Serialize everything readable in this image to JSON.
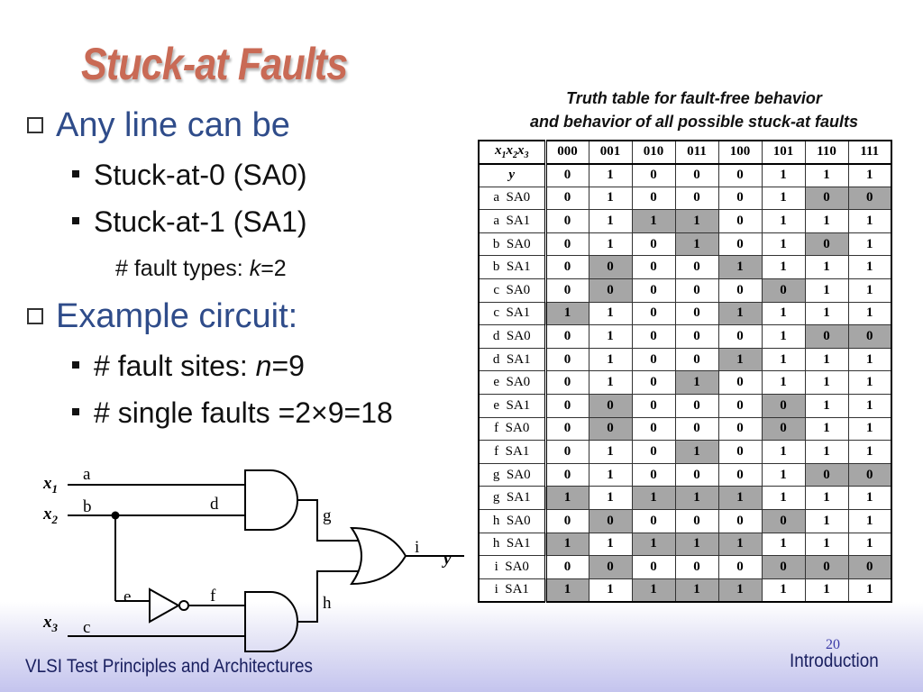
{
  "title": "Stuck-at Faults",
  "bullets": {
    "b1": "Any line can be",
    "b1_1": "Stuck-at-0 (SA0)",
    "b1_2": "Stuck-at-1 (SA1)",
    "b1_2_1_prefix": "# fault types: ",
    "b1_2_1_var": "k",
    "b1_2_1_suffix": "=2",
    "b2": "Example circuit:",
    "b2_1_prefix": "# fault sites: ",
    "b2_1_var": "n",
    "b2_1_suffix": "=9",
    "b2_2": "# single faults =2×9=18"
  },
  "caption": {
    "line1": "Truth table for fault-free behavior",
    "line2": "and behavior of all possible stuck-at faults"
  },
  "table": {
    "header_label": "x1x2x3",
    "columns": [
      "000",
      "001",
      "010",
      "011",
      "100",
      "101",
      "110",
      "111"
    ],
    "rows": [
      {
        "label": "y",
        "values": [
          "0",
          "1",
          "0",
          "0",
          "0",
          "1",
          "1",
          "1"
        ],
        "highlight": []
      },
      {
        "label": "a  SA0",
        "values": [
          "0",
          "1",
          "0",
          "0",
          "0",
          "1",
          "0",
          "0"
        ],
        "highlight": [
          6,
          7
        ]
      },
      {
        "label": "a  SA1",
        "values": [
          "0",
          "1",
          "1",
          "1",
          "0",
          "1",
          "1",
          "1"
        ],
        "highlight": [
          2,
          3
        ]
      },
      {
        "label": "b  SA0",
        "values": [
          "0",
          "1",
          "0",
          "1",
          "0",
          "1",
          "0",
          "1"
        ],
        "highlight": [
          3,
          6
        ]
      },
      {
        "label": "b  SA1",
        "values": [
          "0",
          "0",
          "0",
          "0",
          "1",
          "1",
          "1",
          "1"
        ],
        "highlight": [
          1,
          4
        ]
      },
      {
        "label": "c  SA0",
        "values": [
          "0",
          "0",
          "0",
          "0",
          "0",
          "0",
          "1",
          "1"
        ],
        "highlight": [
          1,
          5
        ]
      },
      {
        "label": "c  SA1",
        "values": [
          "1",
          "1",
          "0",
          "0",
          "1",
          "1",
          "1",
          "1"
        ],
        "highlight": [
          0,
          4
        ]
      },
      {
        "label": "d  SA0",
        "values": [
          "0",
          "1",
          "0",
          "0",
          "0",
          "1",
          "0",
          "0"
        ],
        "highlight": [
          6,
          7
        ]
      },
      {
        "label": "d  SA1",
        "values": [
          "0",
          "1",
          "0",
          "0",
          "1",
          "1",
          "1",
          "1"
        ],
        "highlight": [
          4
        ]
      },
      {
        "label": "e  SA0",
        "values": [
          "0",
          "1",
          "0",
          "1",
          "0",
          "1",
          "1",
          "1"
        ],
        "highlight": [
          3
        ]
      },
      {
        "label": "e  SA1",
        "values": [
          "0",
          "0",
          "0",
          "0",
          "0",
          "0",
          "1",
          "1"
        ],
        "highlight": [
          1,
          5
        ]
      },
      {
        "label": "f  SA0",
        "values": [
          "0",
          "0",
          "0",
          "0",
          "0",
          "0",
          "1",
          "1"
        ],
        "highlight": [
          1,
          5
        ]
      },
      {
        "label": "f  SA1",
        "values": [
          "0",
          "1",
          "0",
          "1",
          "0",
          "1",
          "1",
          "1"
        ],
        "highlight": [
          3
        ]
      },
      {
        "label": "g  SA0",
        "values": [
          "0",
          "1",
          "0",
          "0",
          "0",
          "1",
          "0",
          "0"
        ],
        "highlight": [
          6,
          7
        ]
      },
      {
        "label": "g  SA1",
        "values": [
          "1",
          "1",
          "1",
          "1",
          "1",
          "1",
          "1",
          "1"
        ],
        "highlight": [
          0,
          2,
          3,
          4
        ]
      },
      {
        "label": "h  SA0",
        "values": [
          "0",
          "0",
          "0",
          "0",
          "0",
          "0",
          "1",
          "1"
        ],
        "highlight": [
          1,
          5
        ]
      },
      {
        "label": "h  SA1",
        "values": [
          "1",
          "1",
          "1",
          "1",
          "1",
          "1",
          "1",
          "1"
        ],
        "highlight": [
          0,
          2,
          3,
          4
        ]
      },
      {
        "label": "i  SA0",
        "values": [
          "0",
          "0",
          "0",
          "0",
          "0",
          "0",
          "0",
          "0"
        ],
        "highlight": [
          1,
          5,
          6,
          7
        ]
      },
      {
        "label": "i  SA1",
        "values": [
          "1",
          "1",
          "1",
          "1",
          "1",
          "1",
          "1",
          "1"
        ],
        "highlight": [
          0,
          2,
          3,
          4
        ]
      }
    ]
  },
  "circuit": {
    "x1": "x",
    "x1_sub": "1",
    "x2": "x",
    "x2_sub": "2",
    "x3": "x",
    "x3_sub": "3",
    "lines": {
      "a": "a",
      "b": "b",
      "c": "c",
      "d": "d",
      "e": "e",
      "f": "f",
      "g": "g",
      "h": "h",
      "i": "i"
    },
    "output": "y"
  },
  "footer": {
    "left": "VLSI Test Principles and Architectures",
    "right": "Introduction",
    "page": "20"
  },
  "colors": {
    "title": "#c96a55",
    "level1_text": "#2f4c8a",
    "highlight_cell": "#a6a6a6",
    "footer_text": "#1a2060"
  }
}
